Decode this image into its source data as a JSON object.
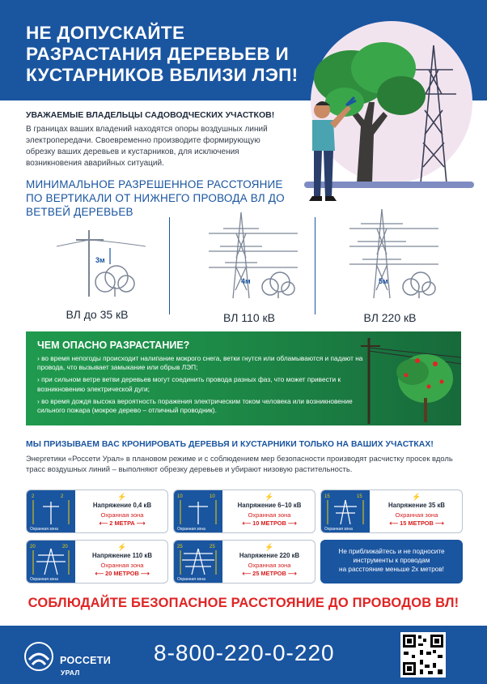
{
  "header": {
    "title": "НЕ ДОПУСКАЙТЕ РАЗРАСТАНИЯ ДЕРЕВЬЕВ И КУСТАРНИКОВ ВБЛИЗИ ЛЭП!"
  },
  "intro": {
    "title": "УВАЖАЕМЫЕ ВЛАДЕЛЬЦЫ САДОВОДЧЕСКИХ УЧАСТКОВ!",
    "text": "В границах ваших владений находятся опоры воздушных линий электропередачи. Своевременно производите формирующую обрезку ваших деревьев и кустарников, для исключения возникновения аварийных ситуаций."
  },
  "min_distance": {
    "title": "МИНИМАЛЬНОЕ РАЗРЕШЕННОЕ РАССТОЯНИЕ ПО ВЕРТИКАЛИ ОТ НИЖНЕГО ПРОВОДА ВЛ ДО ВЕТВЕЙ ДЕРЕВЬЕВ",
    "items": [
      {
        "height": "3м",
        "label": "ВЛ до 35 кВ"
      },
      {
        "height": "4м",
        "label": "ВЛ 110 кВ"
      },
      {
        "height": "5м",
        "label": "ВЛ 220 кВ"
      }
    ]
  },
  "danger": {
    "title": "ЧЕМ ОПАСНО РАЗРАСТАНИЕ?",
    "items": [
      "› во время непогоды происходит налипание мокрого снега, ветки гнутся или обламываются и падают на провода, что вызывает замыкание или обрыв ЛЭП;",
      "› при сильном ветре ветви деревьев могут соединить провода разных фаз, что может привести к возникновению электрической дуги;",
      "› во время дождя высока вероятность поражения электрическим током человека или возникновение сильного пожара (мокрое дерево – отличный проводник)."
    ]
  },
  "call": {
    "title": "МЫ ПРИЗЫВАЕМ ВАС КРОНИРОВАТЬ ДЕРЕВЬЯ И КУСТАРНИКИ ТОЛЬКО НА ВАШИХ УЧАСТКАХ!",
    "text": "Энергетики «Россети Урал» в плановом режиме и с соблюдением мер безопасности производят расчистку просек вдоль трасс воздушных линий – выполняют обрезку деревьев и убирают низовую растительность."
  },
  "zones": [
    {
      "meters": "2",
      "unit": "метра",
      "img_caption": "Охранная зона",
      "voltage": "Напряжение 0,4 кВ",
      "caption": "Охранная зона",
      "distance": "⟵ 2 МЕТРА ⟶"
    },
    {
      "meters": "10",
      "unit": "метров",
      "img_caption": "Охранная зона",
      "voltage": "Напряжение 6–10 кВ",
      "caption": "Охранная зона",
      "distance": "⟵ 10 МЕТРОВ ⟶"
    },
    {
      "meters": "15",
      "unit": "метров",
      "img_caption": "Охранная зона",
      "voltage": "Напряжение 35 кВ",
      "caption": "Охранная зона",
      "distance": "⟵ 15 МЕТРОВ ⟶"
    },
    {
      "meters": "20",
      "unit": "метров",
      "img_caption": "Охранная зона",
      "voltage": "Напряжение 110 кВ",
      "caption": "Охранная зона",
      "distance": "⟵ 20 МЕТРОВ ⟶"
    },
    {
      "meters": "25",
      "unit": "метров",
      "img_caption": "Охранная зона",
      "voltage": "Напряжение 220 кВ",
      "caption": "Охранная зона",
      "distance": "⟵ 25 МЕТРОВ ⟶"
    }
  ],
  "note": {
    "text_1": "Не приближайтесь и не подносите",
    "text_2": "инструменты к проводам",
    "text_3": "на расстояние меньше 2х метров!"
  },
  "warning": "СОБЛЮДАЙТЕ БЕЗОПАСНОЕ РАССТОЯНИЕ ДО ПРОВОДОВ ВЛ!",
  "footer": {
    "brand": "РОССЕТИ",
    "sub": "УРАЛ",
    "phone": "8-800-220-0-220"
  },
  "colors": {
    "brand_blue": "#1a55a0",
    "accent_red": "#e02424",
    "danger_green": "#1d8a47"
  }
}
